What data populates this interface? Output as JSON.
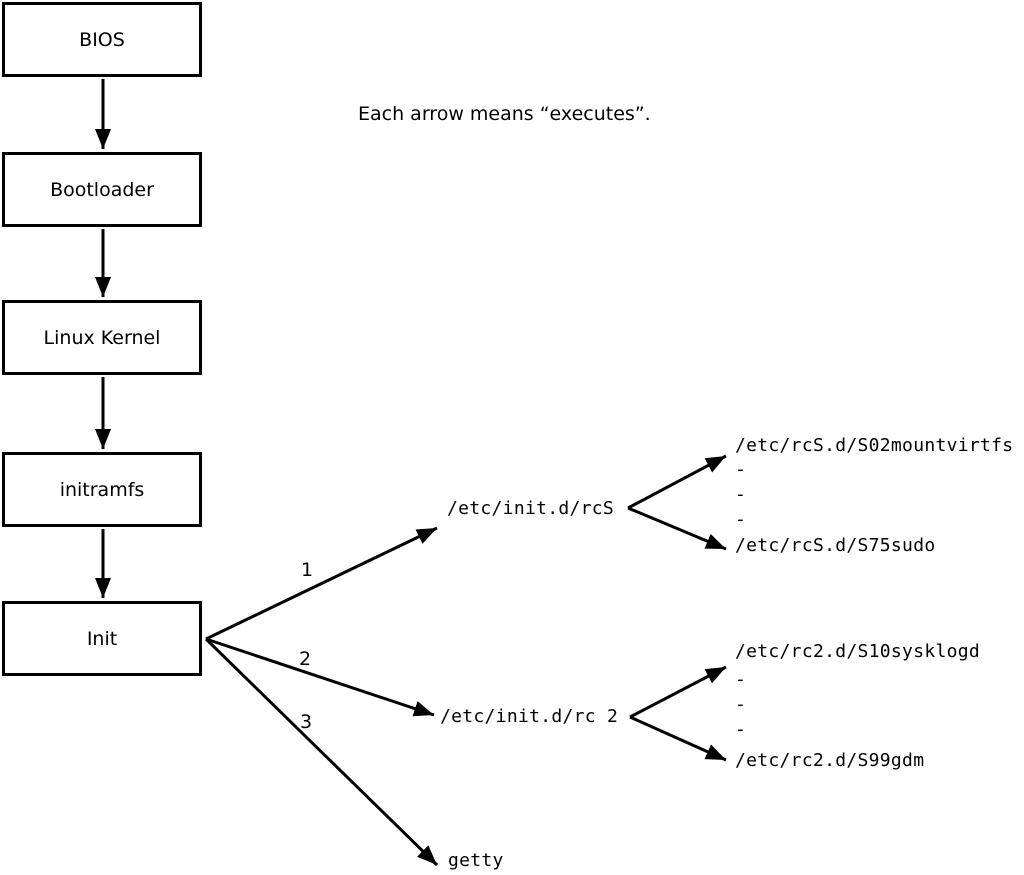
{
  "diagram": {
    "title_note": "Each arrow means “executes”.",
    "colors": {
      "stroke": "#000000",
      "background": "#ffffff"
    },
    "boot_chain": {
      "bios": "BIOS",
      "bootloader": "Bootloader",
      "kernel": "Linux Kernel",
      "initramfs": "initramfs",
      "init": "Init"
    },
    "edge_labels": {
      "one": "1",
      "two": "2",
      "three": "3"
    },
    "script_nodes": {
      "rcs": "/etc/init.d/rcS",
      "rc2": "/etc/init.d/rc 2",
      "getty": "getty"
    },
    "rcs_children": [
      "/etc/rcS.d/S02mountvirtfs",
      "-",
      "-",
      "-",
      "/etc/rcS.d/S75sudo"
    ],
    "rc2_children": [
      "/etc/rc2.d/S10sysklogd",
      "-",
      "-",
      "-",
      "/etc/rc2.d/S99gdm"
    ]
  }
}
